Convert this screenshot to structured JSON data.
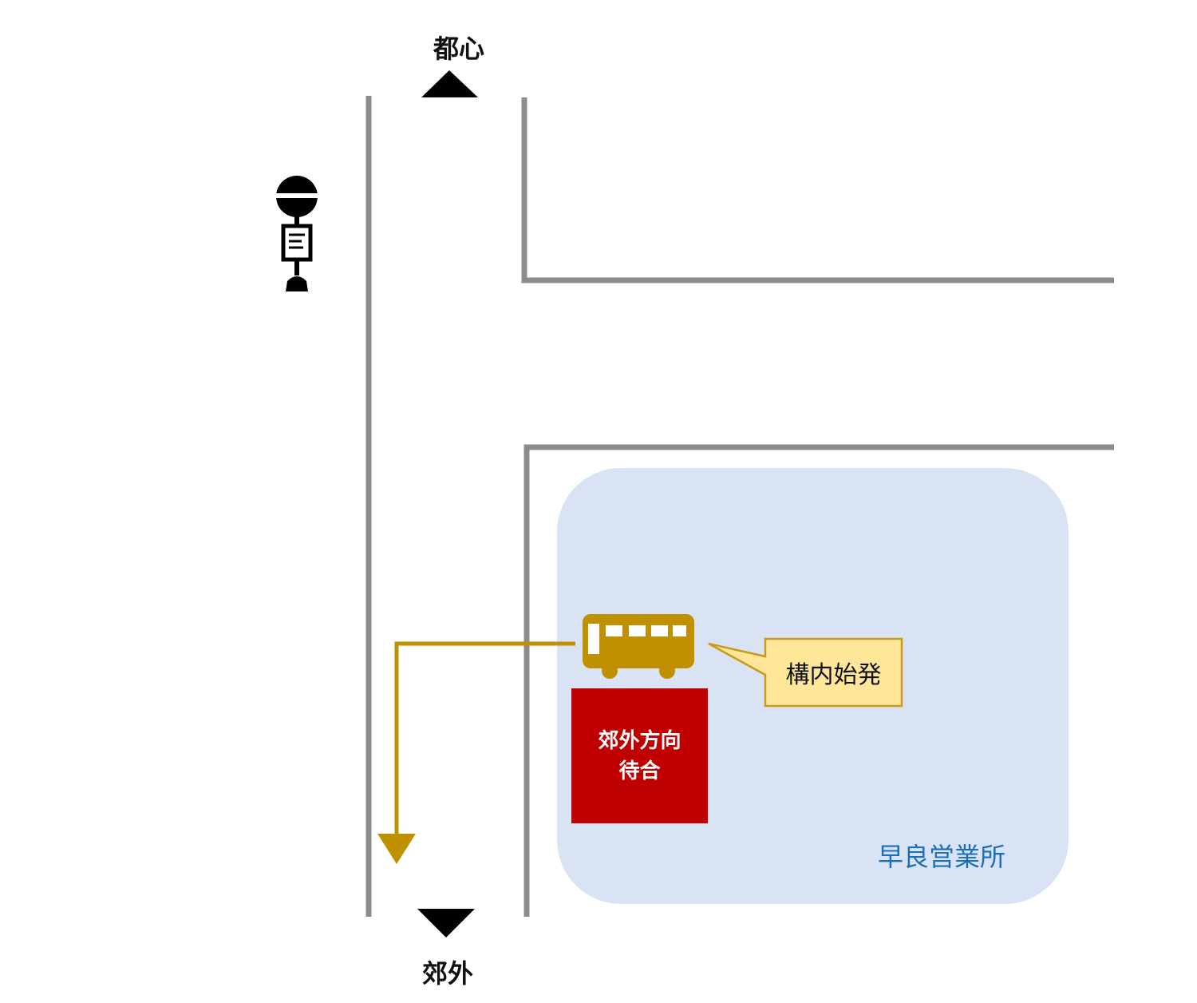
{
  "direction": {
    "north": "都心",
    "south": "郊外"
  },
  "depot": {
    "name": "早良営業所",
    "fill_color": "#dae3f3",
    "label_color": "#1a6fba"
  },
  "waiting_area": {
    "line1": "郊外方向",
    "line2": "待合",
    "color": "#c00000"
  },
  "callout": {
    "text": "構内始発",
    "fill_color": "#ffe699",
    "border_color": "#c89a1a"
  },
  "icons": {
    "bus_stop": "bus-stop-pole-icon",
    "bus": "bus-icon",
    "arrow_north": "triangle-up-icon",
    "arrow_south": "triangle-down-icon"
  },
  "colors": {
    "road": "#8c8c8c",
    "route": "#bf9000"
  }
}
